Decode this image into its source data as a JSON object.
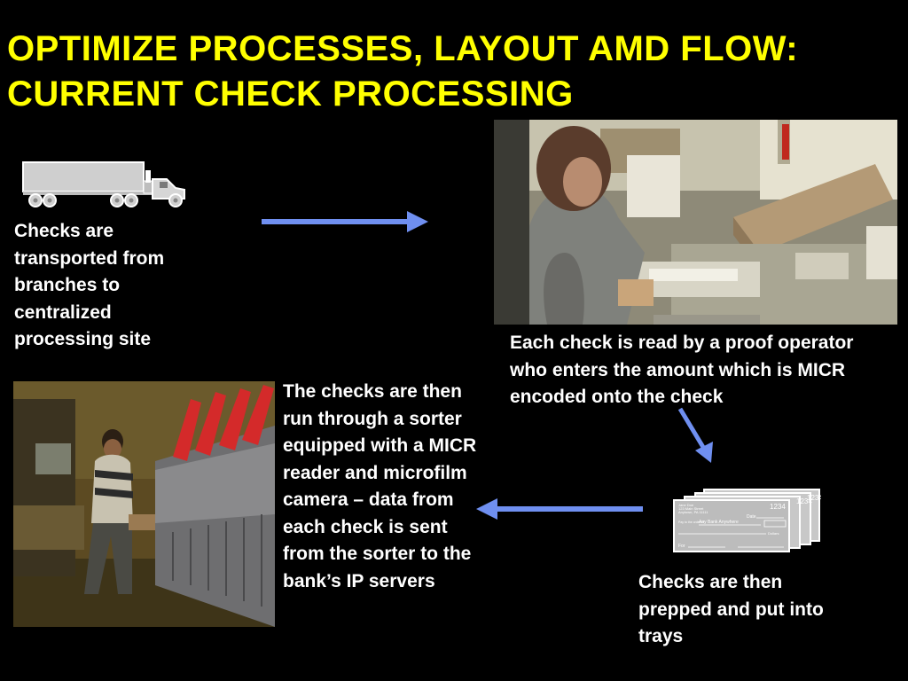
{
  "title": "OPTIMIZE PROCESSES, LAYOUT AMD FLOW: CURRENT CHECK PROCESSING",
  "steps": {
    "transport": "Checks are transported from branches to centralized processing site",
    "proof": "Each check is read by a proof operator who enters the amount which is MICR encoded onto the check",
    "prep": "Checks are then prepped and put into trays",
    "sorter": "The checks are then run through a sorter equipped with a MICR reader and microfilm camera – data from each check is sent from the sorter to the bank’s IP servers"
  },
  "check_icon": {
    "name_line1": "Jane Doe",
    "name_line2": "123 Main Street",
    "name_line3": "Anytown, PA 11111",
    "number": "1234",
    "date_label": "Date",
    "payee_label": "Pay to the order of",
    "dollars_label": "Dollars",
    "bank_name": "Any Bank Anywhere",
    "for_label": "For"
  },
  "colors": {
    "title": "#ffff00",
    "text": "#ffffff",
    "arrow": "#6f8ff0",
    "background": "#000000"
  },
  "icons": [
    "truck-icon",
    "check-stack-icon",
    "arrow-right-icon",
    "arrow-down-icon",
    "arrow-left-icon"
  ]
}
